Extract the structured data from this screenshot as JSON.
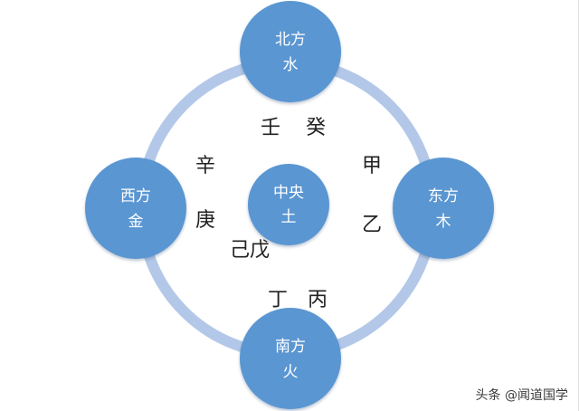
{
  "diagram": {
    "ring_color": "#b3c8e8",
    "node_color": "#5a96d2",
    "nodes": {
      "north": {
        "line1": "北方",
        "line2": "水"
      },
      "east": {
        "line1": "东方",
        "line2": "木"
      },
      "south": {
        "line1": "南方",
        "line2": "火"
      },
      "west": {
        "line1": "西方",
        "line2": "金"
      },
      "center": {
        "line1": "中央",
        "line2": "土"
      }
    },
    "stems": {
      "ren": "壬",
      "gui": "癸",
      "xin": "辛",
      "geng": "庚",
      "jia": "甲",
      "yi": "乙",
      "jiwu": "己戊",
      "ding": "丁",
      "bing": "丙"
    }
  },
  "watermark": "头条 @闻道国学"
}
